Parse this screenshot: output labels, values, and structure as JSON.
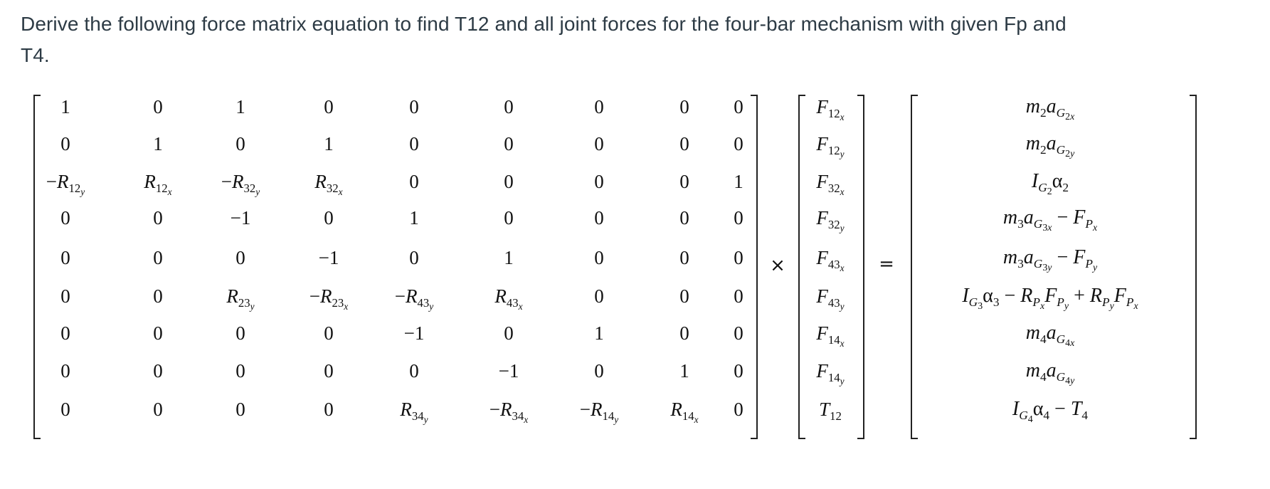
{
  "prompt": {
    "line1": "Derive the following force matrix equation to find T12 and all joint forces for the four-bar mechanism with given Fp and",
    "line2": "T4."
  },
  "equation": {
    "operator_times": "×",
    "operator_equals": "=",
    "coefficient_matrix": [
      [
        "1",
        "0",
        "1",
        "0",
        "0",
        "0",
        "0",
        "0",
        "0"
      ],
      [
        "0",
        "1",
        "0",
        "1",
        "0",
        "0",
        "0",
        "0",
        "0"
      ],
      [
        "-R12y",
        "R12x",
        "-R32y",
        "R32x",
        "0",
        "0",
        "0",
        "0",
        "1"
      ],
      [
        "0",
        "0",
        "-1",
        "0",
        "1",
        "0",
        "0",
        "0",
        "0"
      ],
      [
        "0",
        "0",
        "0",
        "-1",
        "0",
        "1",
        "0",
        "0",
        "0"
      ],
      [
        "0",
        "0",
        "R23y",
        "-R23x",
        "-R43y",
        "R43x",
        "0",
        "0",
        "0"
      ],
      [
        "0",
        "0",
        "0",
        "0",
        "-1",
        "0",
        "1",
        "0",
        "0"
      ],
      [
        "0",
        "0",
        "0",
        "0",
        "0",
        "-1",
        "0",
        "1",
        "0"
      ],
      [
        "0",
        "0",
        "0",
        "0",
        "R34y",
        "-R34x",
        "-R14y",
        "R14x",
        "0"
      ]
    ],
    "unknowns_vector": [
      "F12x",
      "F12y",
      "F32x",
      "F32y",
      "F43x",
      "F43y",
      "F14x",
      "F14y",
      "T12"
    ],
    "rhs_vector": [
      "m2*aG2x",
      "m2*aG2y",
      "IG2*α2",
      "m3*aG3x - FPx",
      "m3*aG3y - FPy",
      "IG3*α3 - RPx*FPy + RPy*FPx",
      "m4*aG4x",
      "m4*aG4y",
      "IG4*α4 - T4"
    ]
  }
}
